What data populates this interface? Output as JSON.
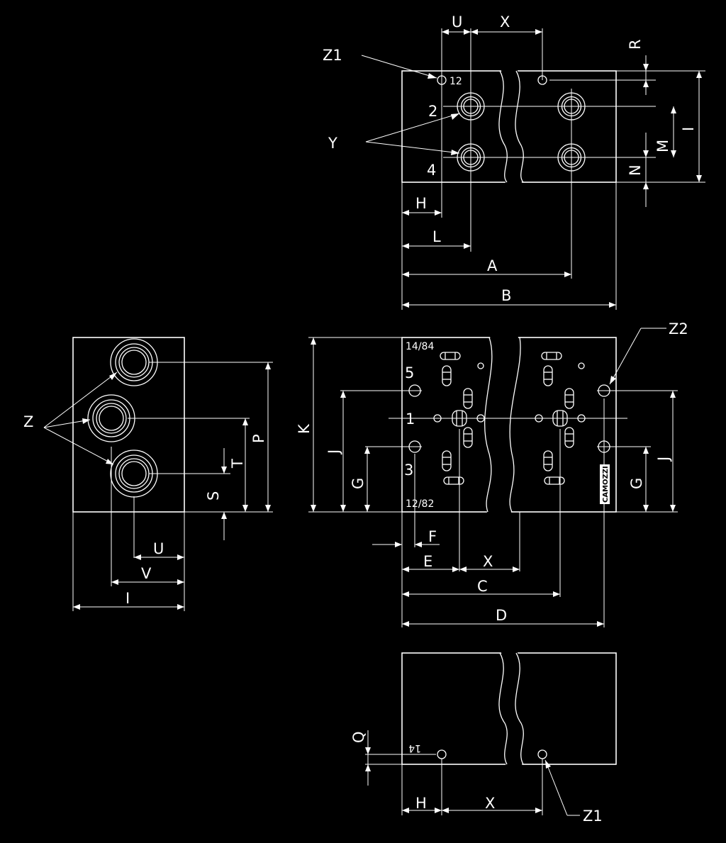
{
  "dimension_labels": {
    "A": "A",
    "B": "B",
    "C": "C",
    "D": "D",
    "E": "E",
    "F": "F",
    "G": "G",
    "H": "H",
    "I": "I",
    "J": "J",
    "K": "K",
    "L": "L",
    "M": "M",
    "N": "N",
    "P": "P",
    "Q": "Q",
    "R": "R",
    "S": "S",
    "T": "T",
    "U": "U",
    "V": "V",
    "X": "X"
  },
  "callouts": {
    "Y": "Y",
    "Z": "Z",
    "Z1": "Z1",
    "Z2": "Z2"
  },
  "port_labels": {
    "p12": "12",
    "p2": "2",
    "p4": "4",
    "p1484": "14/84",
    "p5": "5",
    "p1": "1",
    "p3": "3",
    "p1282": "12/82",
    "p14": "14"
  },
  "brand_mark": "CAMOZZI"
}
